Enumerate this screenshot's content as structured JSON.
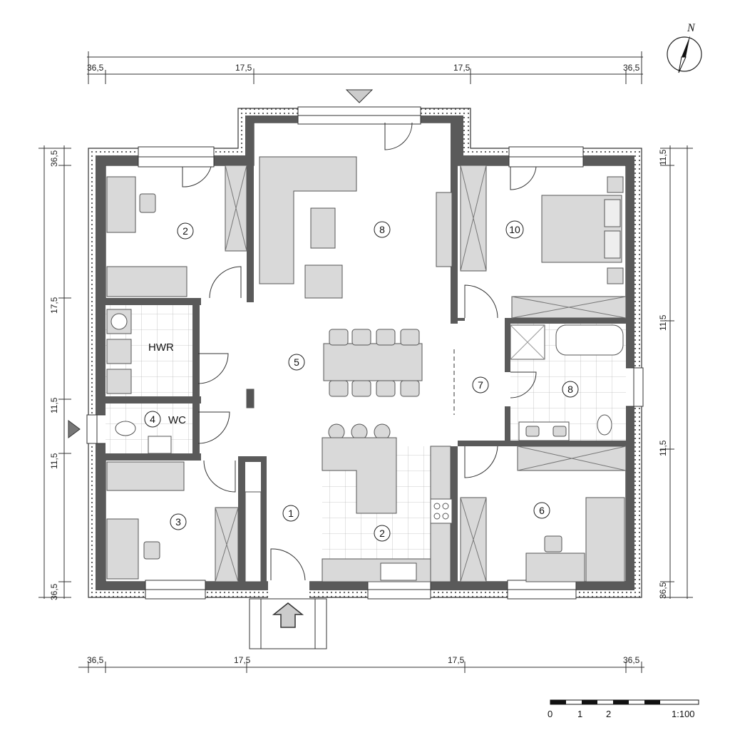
{
  "dimensions": {
    "top": [
      "36,5",
      "17,5",
      "17,5",
      "36,5"
    ],
    "bottom": [
      "36,5",
      "17,5",
      "17,5",
      "36,5"
    ],
    "left": [
      "36,5",
      "17,5",
      "11,5",
      "11,5",
      "36,5"
    ],
    "right": [
      "11,5",
      "11,5",
      "11,5",
      "36,5"
    ]
  },
  "rooms": {
    "r1": "1",
    "r2_top": "2",
    "r2_kitchen": "2",
    "r3": "3",
    "r4": "4",
    "r5": "5",
    "r6": "6",
    "r7": "7",
    "r8_living": "8",
    "r8_bath": "8",
    "r10": "10"
  },
  "labels": {
    "hwr": "HWR",
    "wc": "WC"
  },
  "compass": {
    "north": "N"
  },
  "scale": {
    "ticks": [
      "0",
      "1",
      "2"
    ],
    "ratio": "1:100"
  },
  "colors": {
    "wall": "#555555",
    "furniture_fill": "#d9d9d9",
    "line": "#333333"
  }
}
